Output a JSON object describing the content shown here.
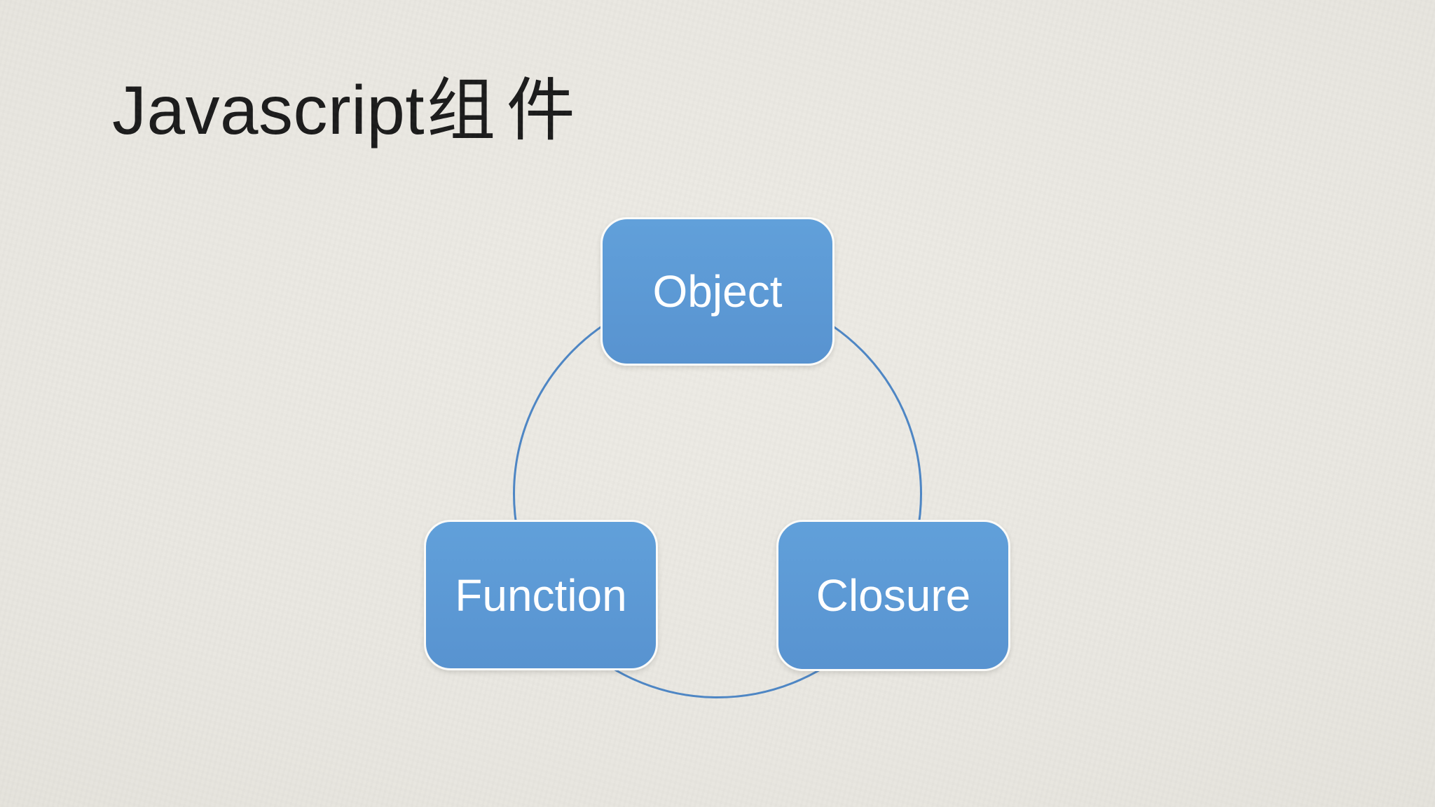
{
  "slide": {
    "title": {
      "latin": "Javascript",
      "cjk": "组件"
    },
    "diagram": {
      "type": "cycle",
      "connector": "circle",
      "nodes": [
        {
          "id": "object",
          "label": "Object"
        },
        {
          "id": "function",
          "label": "Function"
        },
        {
          "id": "closure",
          "label": "Closure"
        }
      ]
    },
    "colors": {
      "background": "#E7E5DF",
      "title_text": "#1A1A1A",
      "node_fill": "#5B97D3",
      "node_border": "#FBFBF9",
      "node_text": "#FFFFFF",
      "circle_stroke": "#4E86C4"
    }
  }
}
